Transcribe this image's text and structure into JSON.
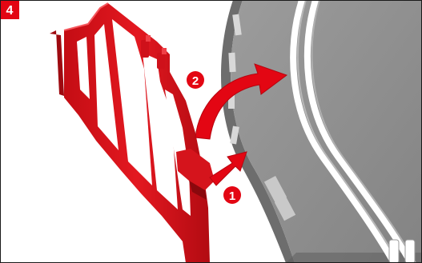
{
  "step": {
    "number": "4"
  },
  "markers": [
    {
      "label": "1"
    },
    {
      "label": "2"
    }
  ],
  "colors": {
    "accent": "#e30613",
    "part_red": "#e2141c",
    "part_red_dark": "#a80a10",
    "part_red_light": "#f24a4f",
    "track_top": "#8e8e8e",
    "track_side": "#6a6a6a",
    "rail": "#ffffff",
    "frame": "#1a1a1a"
  },
  "icons": [
    "step-number-badge",
    "red-arrow-1",
    "red-arrow-2"
  ]
}
